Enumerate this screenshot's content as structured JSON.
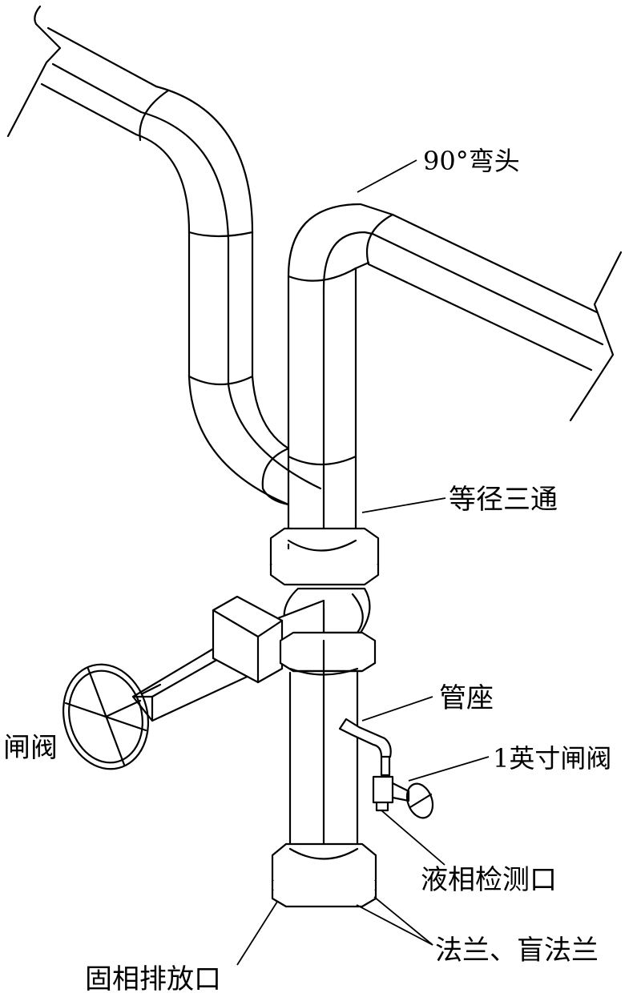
{
  "labels": {
    "elbow": "90°弯头",
    "tee": "等径三通",
    "gate_valve": "闸阀",
    "pipe_seat": "管座",
    "small_valve": "1英寸闸阀",
    "liquid_port": "液相检测口",
    "flanges": "法兰、盲法兰",
    "solid_port": "固相排放口"
  }
}
